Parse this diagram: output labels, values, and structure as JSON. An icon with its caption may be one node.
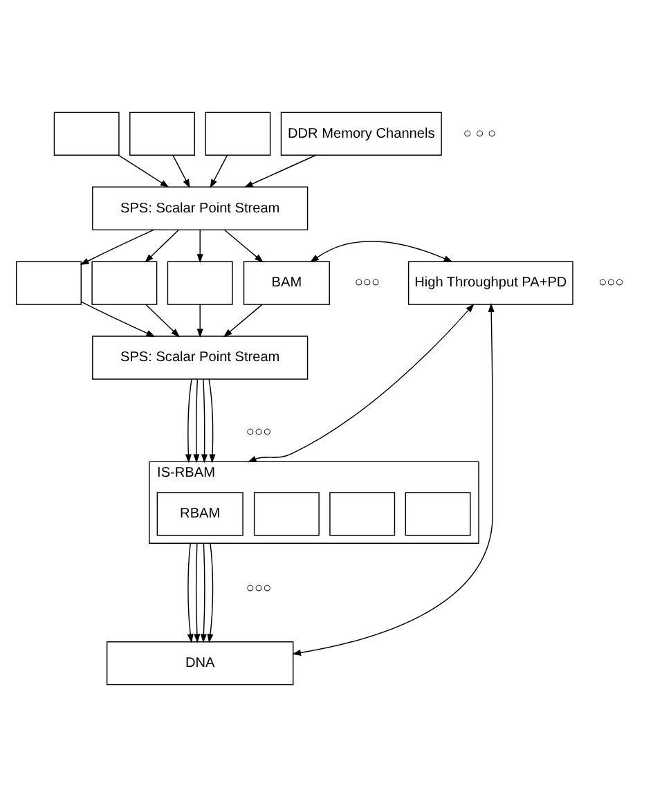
{
  "diagram": {
    "nodes": [
      {
        "text": [],
        "shape": "box"
      },
      {
        "text": [],
        "shape": "box"
      },
      {
        "text": [],
        "shape": "box"
      },
      {
        "text": [
          "DDR Memory Channels"
        ]
      },
      {
        "text": [
          "SPS: Scalar Point Stream"
        ]
      },
      {
        "text": [],
        "shape": "box"
      },
      {
        "text": [],
        "shape": "box"
      },
      {
        "text": [],
        "shape": "box"
      },
      {
        "text": [
          "BAM"
        ]
      },
      {
        "text": [
          "High Throughput PA+PD"
        ]
      },
      {
        "text": [
          "SPS: Scalar Point Stream"
        ]
      },
      {
        "text": [
          "IS-RBAM"
        ]
      },
      {
        "text": [],
        "shape": "box",
        "in": 11
      },
      {
        "text": [],
        "shape": "box",
        "in": 11
      },
      {
        "text": [],
        "shape": "box",
        "in": 11
      },
      {
        "text": [
          "RBAM"
        ],
        "in": 11
      },
      {
        "text": [
          "DNA"
        ]
      }
    ],
    "edges": [
      {
        "from": 0,
        "to": 4,
        "arrow": "to"
      },
      {
        "from": 1,
        "to": 4,
        "arrow": "to"
      },
      {
        "from": 2,
        "to": 4,
        "arrow": "to"
      },
      {
        "from": 3,
        "to": 4,
        "arrow": "to"
      },
      {
        "from": 4,
        "to": 5,
        "arrow": "to"
      },
      {
        "from": 4,
        "to": 6,
        "arrow": "to"
      },
      {
        "from": 4,
        "to": 7,
        "arrow": "to"
      },
      {
        "from": 4,
        "to": 8,
        "arrow": "to"
      },
      {
        "from": 5,
        "to": 10,
        "arrow": "to"
      },
      {
        "from": 6,
        "to": 10,
        "arrow": "to"
      },
      {
        "from": 7,
        "to": 10,
        "arrow": "to"
      },
      {
        "from": 8,
        "to": 10,
        "arrow": "to"
      },
      {
        "from": 8,
        "to": 9,
        "arrow": "both"
      },
      {
        "from": 10,
        "to": 11,
        "arrow": "to"
      },
      {
        "from": 10,
        "to": 11,
        "arrow": "to"
      },
      {
        "from": 10,
        "to": 11,
        "arrow": "to"
      },
      {
        "from": 10,
        "to": 11,
        "arrow": "to"
      },
      {
        "from": 9,
        "to": 11,
        "arrow": "both"
      },
      {
        "from": 11,
        "to": 16,
        "arrow": "to"
      },
      {
        "from": 11,
        "to": 16,
        "arrow": "to"
      },
      {
        "from": 11,
        "to": 16,
        "arrow": "to"
      },
      {
        "from": 11,
        "to": 16,
        "arrow": "to"
      },
      {
        "from": 9,
        "to": 16,
        "arrow": "both"
      }
    ],
    "labels": [
      "○ ○ ○",
      "○○○",
      "○○○",
      "○○○",
      "○○○"
    ]
  }
}
